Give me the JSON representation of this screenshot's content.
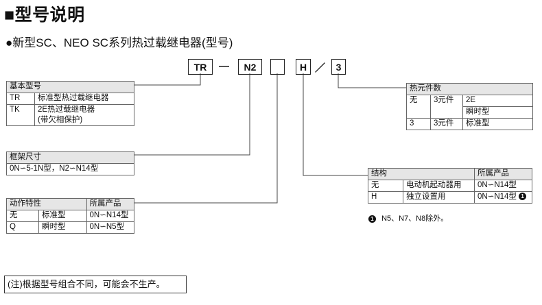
{
  "header": {
    "title": "■型号说明",
    "subtitle": "●新型SC、NEO SC系列热过载继电器(型号)"
  },
  "code": {
    "seg1": "TR",
    "dash": "—",
    "seg2": "N2",
    "seg3": "",
    "seg4": "H",
    "slash": "／",
    "seg5": "3"
  },
  "basic_model": {
    "header": "基本型号",
    "rows": [
      {
        "code": "TR",
        "desc": "标准型热过载继电器"
      },
      {
        "code": "TK",
        "desc": "2E热过载继电器",
        "desc2": "(带欠相保护)"
      }
    ]
  },
  "frame_size": {
    "header": "框架尺寸",
    "value": "0N∽5-1N型，N2∽N14型"
  },
  "action": {
    "header1": "动作特性",
    "header2": "所属产品",
    "rows": [
      {
        "code": "无",
        "desc": "标准型",
        "product": "0N∽N14型"
      },
      {
        "code": "Q",
        "desc": "瞬时型",
        "product": "0N∽N5型"
      }
    ]
  },
  "structure": {
    "header1": "结构",
    "header2": "所属产品",
    "rows": [
      {
        "code": "无",
        "desc": "电动机起动器用",
        "product": "0N∽N14型"
      },
      {
        "code": "H",
        "desc": "独立设置用",
        "product": "0N∽N14型",
        "badge": "1"
      }
    ],
    "note_badge": "1",
    "note": "N5、N7、N8除外。"
  },
  "elements": {
    "header": "热元件数",
    "rows": [
      {
        "code": "无",
        "count": "3元件",
        "type": "2E",
        "type2": "瞬时型"
      },
      {
        "code": "3",
        "count": "3元件",
        "type": "标准型"
      }
    ]
  },
  "footnote": "(注)根据型号组合不同，可能会不生产。"
}
